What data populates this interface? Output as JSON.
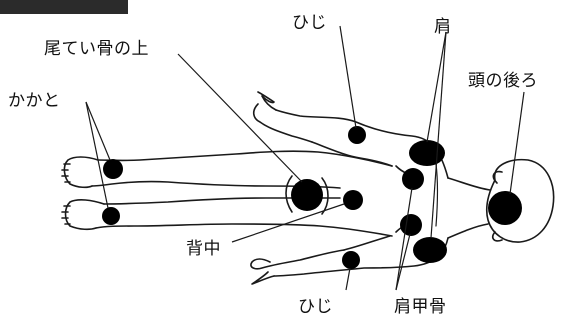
{
  "labels": {
    "tailbone": "尾てい骨の上",
    "elbow_top": "ひじ",
    "shoulder": "肩",
    "back_of_head": "頭の後ろ",
    "heels": "かかと",
    "back": "背中",
    "elbow_bottom": "ひじ",
    "scapula": "肩甲骨"
  },
  "colors": {
    "outline": "#1a1a1a",
    "pressure_point": "#000000",
    "header_tab": "#2b2b2b"
  }
}
